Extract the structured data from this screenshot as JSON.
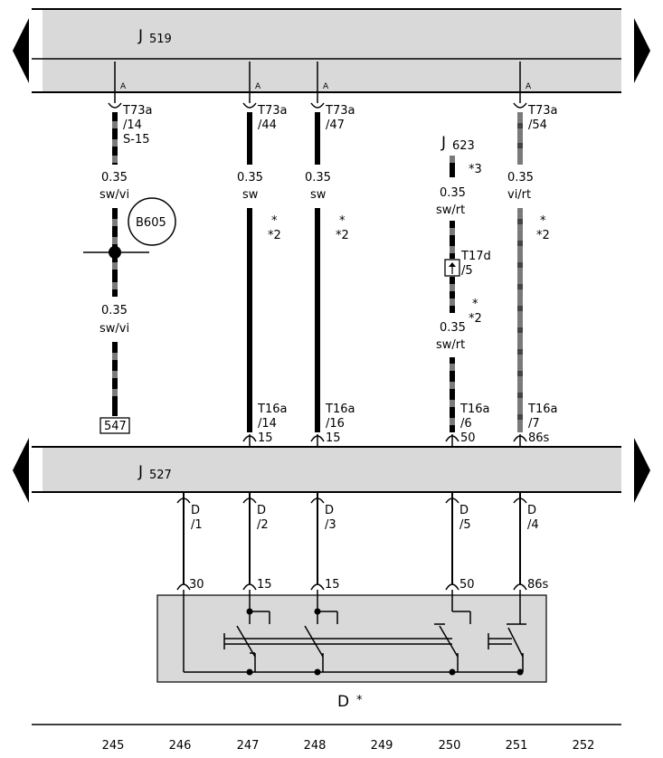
{
  "modules": {
    "top": {
      "name": "J",
      "sub": "519",
      "pin": "A"
    },
    "bottom": {
      "name": "J",
      "sub": "527"
    }
  },
  "wires_upper": [
    {
      "id": "245",
      "connector": "T73a",
      "pin": "/14",
      "extra": "S-15",
      "size": "0.35",
      "color": "sw/vi",
      "size2": "0.35",
      "color2": "sw/vi",
      "ref": "547",
      "module": "B605"
    },
    {
      "id": "247",
      "connector": "T73a",
      "pin": "/44",
      "size": "0.35",
      "color": "sw",
      "note1": "*",
      "note2": "*2",
      "t16": "T16a",
      "t16pin": "/14",
      "term": "15"
    },
    {
      "id": "248",
      "connector": "T73a",
      "pin": "/47",
      "size": "0.35",
      "color": "sw",
      "note1": "*",
      "note2": "*2",
      "t16": "T16a",
      "t16pin": "/16",
      "term": "15"
    },
    {
      "id": "250",
      "module_name": "J",
      "module_sub": "623",
      "note0": "*3",
      "size": "0.35",
      "color": "sw/rt",
      "t17": "T17d",
      "t17pin": "/5",
      "note1": "*",
      "note2": "*2",
      "size2": "0.35",
      "color2": "sw/rt",
      "t16": "T16a",
      "t16pin": "/6",
      "term": "50"
    },
    {
      "id": "251",
      "connector": "T73a",
      "pin": "/54",
      "size": "0.35",
      "color": "vi/rt",
      "note1": "*",
      "note2": "*2",
      "t16": "T16a",
      "t16pin": "/7",
      "term": "86s"
    }
  ],
  "wires_lower": [
    {
      "conn": "D",
      "pin": "/1",
      "term": "30"
    },
    {
      "conn": "D",
      "pin": "/2",
      "term": "15"
    },
    {
      "conn": "D",
      "pin": "/3",
      "term": "15"
    },
    {
      "conn": "D",
      "pin": "/5",
      "term": "50"
    },
    {
      "conn": "D",
      "pin": "/4",
      "term": "86s"
    }
  ],
  "component": {
    "name": "D",
    "mark": "*"
  },
  "columns": [
    "245",
    "246",
    "247",
    "248",
    "249",
    "250",
    "251",
    "252"
  ],
  "colors": {
    "band": "#d9d9d9",
    "wire": "#000000",
    "stripe": "#7a7a7a",
    "box": "#d9d9d9"
  }
}
